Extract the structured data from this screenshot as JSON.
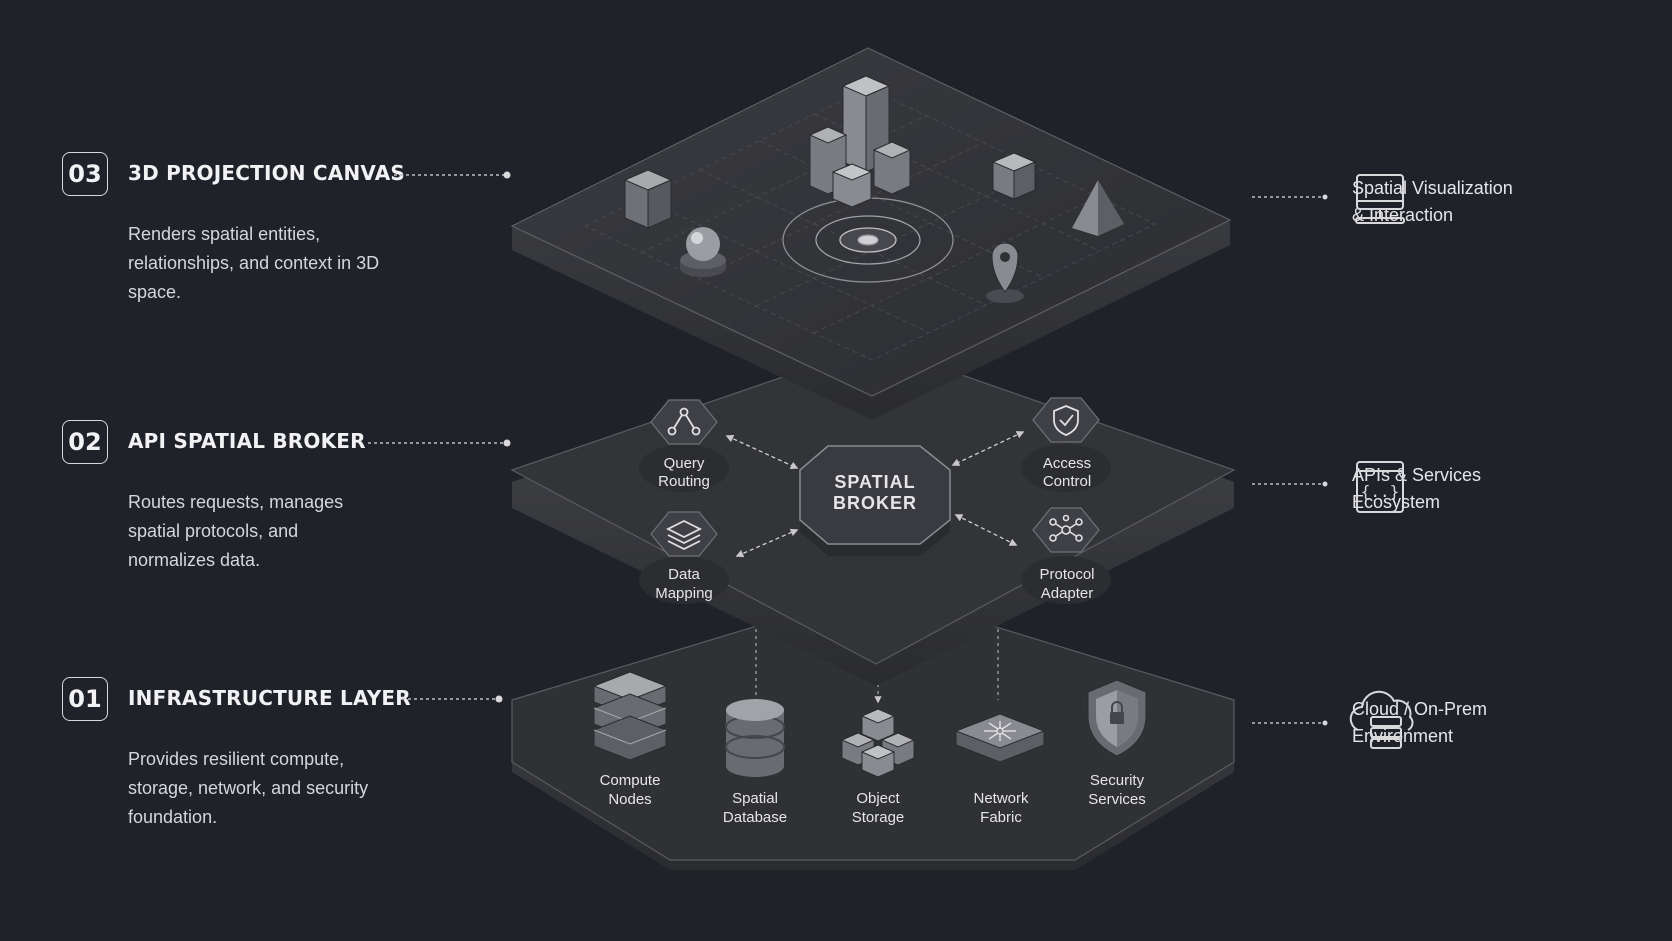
{
  "layers": [
    {
      "number": "03",
      "title": "3D PROJECTION CANVAS",
      "description": "Renders spatial entities, relationships, and context in 3D space."
    },
    {
      "number": "02",
      "title": "API SPATIAL BROKER",
      "description": "Routes requests, manages spatial protocols, and normalizes data."
    },
    {
      "number": "01",
      "title": "INFRASTRUCTURE LAYER",
      "description": "Provides resilient compute, storage, network, and security foundation."
    }
  ],
  "environments": [
    {
      "icon": "monitor-icon",
      "line1": "Spatial Visualization",
      "line2": "& Interaction"
    },
    {
      "icon": "api-braces-icon",
      "line1": "APIs & Services",
      "line2": "Ecosystem"
    },
    {
      "icon": "cloud-server-icon",
      "line1": "Cloud / On-Prem",
      "line2": "Environment"
    }
  ],
  "broker": {
    "center_line1": "SPATIAL",
    "center_line2": "BROKER",
    "modules": [
      {
        "icon": "routing-graph-icon",
        "line1": "Query",
        "line2": "Routing"
      },
      {
        "icon": "shield-check-icon",
        "line1": "Access",
        "line2": "Control"
      },
      {
        "icon": "stacked-layers-icon",
        "line1": "Data",
        "line2": "Mapping"
      },
      {
        "icon": "network-hub-icon",
        "line1": "Protocol",
        "line2": "Adapter"
      }
    ]
  },
  "infrastructure": {
    "components": [
      {
        "icon": "server-rack-icon",
        "line1": "Compute",
        "line2": "Nodes"
      },
      {
        "icon": "database-icon",
        "line1": "Spatial",
        "line2": "Database"
      },
      {
        "icon": "object-cubes-icon",
        "line1": "Object",
        "line2": "Storage"
      },
      {
        "icon": "network-switch-icon",
        "line1": "Network",
        "line2": "Fabric"
      },
      {
        "icon": "security-shield-icon",
        "line1": "Security",
        "line2": "Services"
      }
    ]
  },
  "colors": {
    "background": "#20222a",
    "platform_top": "#333438",
    "platform_edge": "#2a2b2f",
    "text": "#e8e8ea"
  }
}
